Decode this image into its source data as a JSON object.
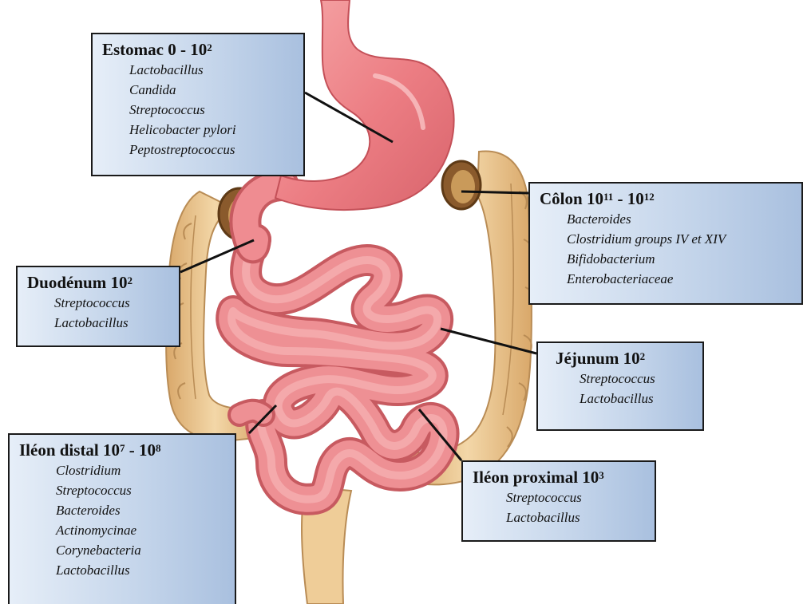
{
  "organs": [
    {
      "key": "estomac",
      "name": "Estomac",
      "count": "0 - 10",
      "exp": "2",
      "count2": "",
      "exp2": "",
      "bacteria": [
        "Lactobacillus",
        "Candida",
        "Streptococcus",
        "Helicobacter pylori",
        "Peptostreptococcus"
      ]
    },
    {
      "key": "colon",
      "name": "Côlon",
      "count": "10",
      "exp": "11",
      "count2": " - 10",
      "exp2": "12",
      "bacteria": [
        "Bacteroides",
        "Clostridium groups IV et XIV",
        "Bifidobacterium",
        "Enterobacteriaceae"
      ]
    },
    {
      "key": "duodenum",
      "name": "Duodénum",
      "count": "10",
      "exp": "2",
      "count2": "",
      "exp2": "",
      "bacteria": [
        "Streptococcus",
        "Lactobacillus"
      ]
    },
    {
      "key": "jejunum",
      "name": "Jéjunum",
      "count": "10",
      "exp": "2",
      "count2": "",
      "exp2": "",
      "bacteria": [
        "Streptococcus",
        "Lactobacillus"
      ]
    },
    {
      "key": "ileon-proximal",
      "name": "Iléon proximal",
      "count": "10",
      "exp": "3",
      "count2": "",
      "exp2": "",
      "bacteria": [
        "Streptococcus",
        "Lactobacillus"
      ]
    },
    {
      "key": "ileon-distal",
      "name": "Iléon distal",
      "count": "10",
      "exp": "7",
      "count2": " - 10",
      "exp2": "8",
      "bacteria": [
        "Clostridium",
        "Streptococcus",
        "Bacteroides",
        "Actinomycinae",
        "Corynebacteria",
        "Lactobacillus"
      ]
    }
  ],
  "colors": {
    "stomach": "#f0878c",
    "intestine": "#ea8a8e",
    "intestine_dark": "#c75a60",
    "colon": "#ecc692",
    "colon_dark": "#b98c55",
    "box_border": "#1a1a1a",
    "box_fill": "#c3d4ea"
  }
}
